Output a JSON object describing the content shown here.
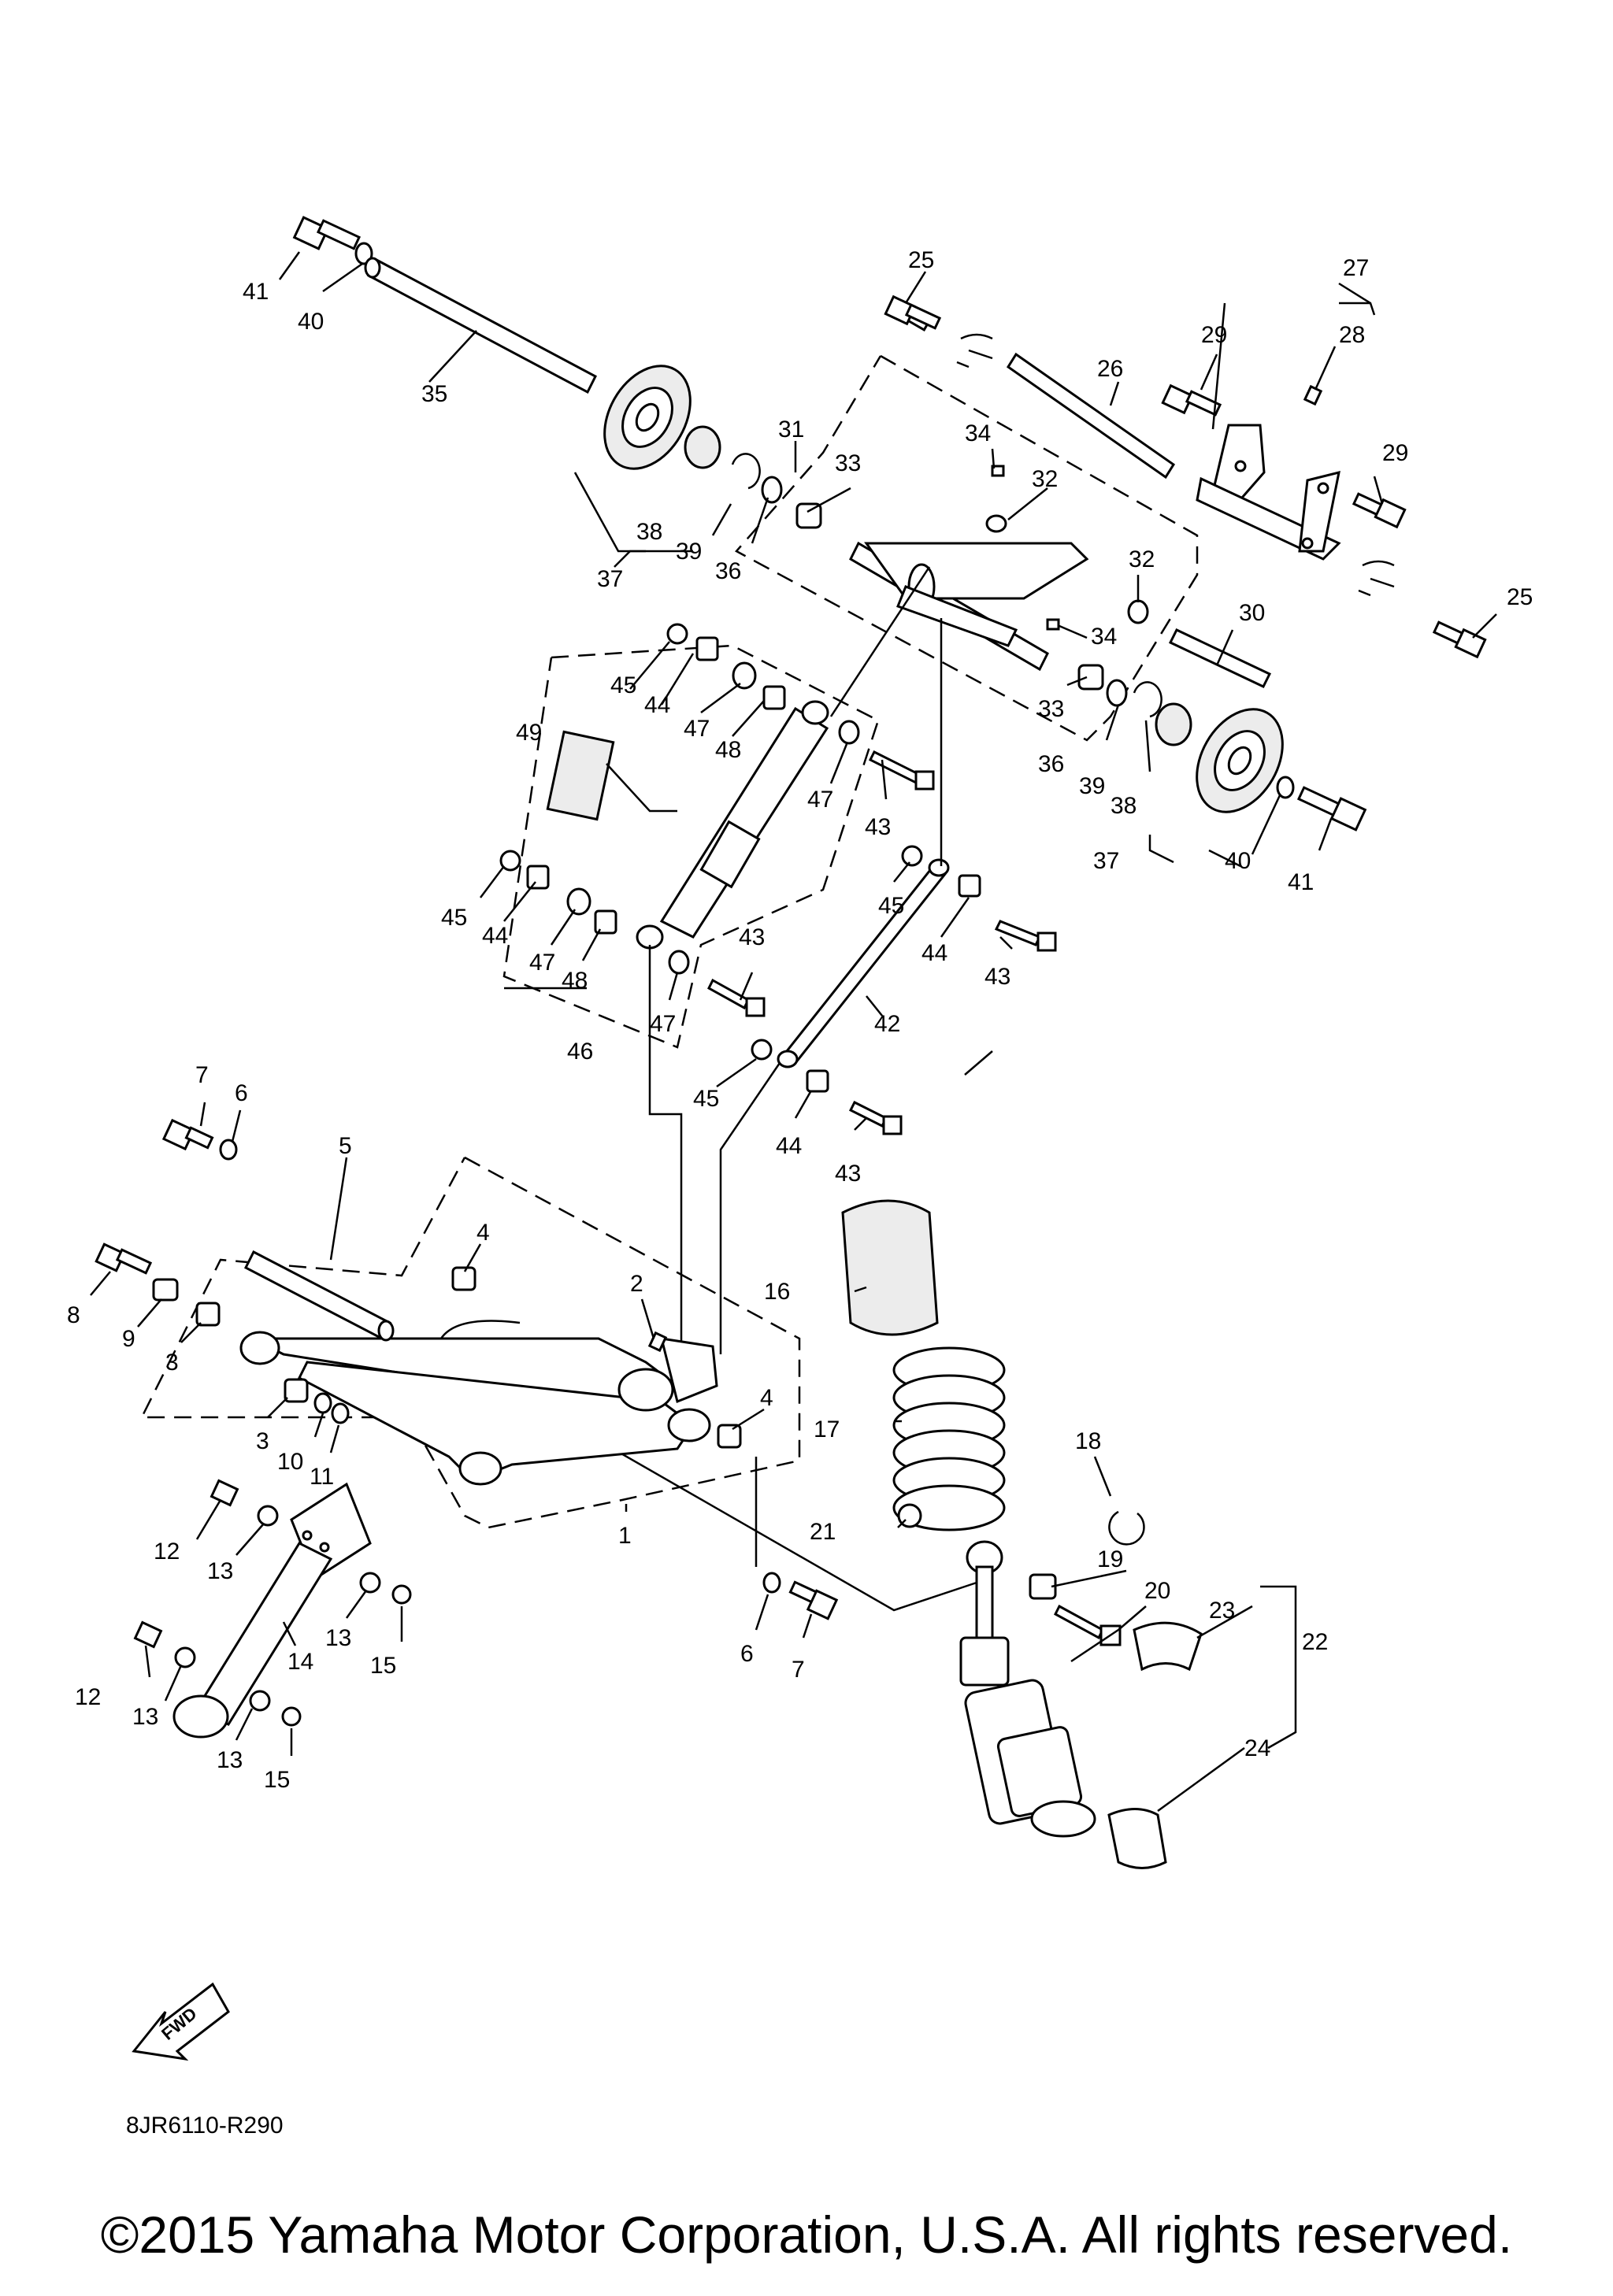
{
  "figure": {
    "code": "8JR6110-R290",
    "fwd_label": "FWD",
    "copyright": "©2015 Yamaha Motor Corporation, U.S.A. All rights reserved."
  },
  "callouts": [
    {
      "id": "c1",
      "text": "1"
    },
    {
      "id": "c2",
      "text": "2"
    },
    {
      "id": "c3a",
      "text": "3"
    },
    {
      "id": "c3b",
      "text": "3"
    },
    {
      "id": "c4a",
      "text": "4"
    },
    {
      "id": "c4b",
      "text": "4"
    },
    {
      "id": "c5",
      "text": "5"
    },
    {
      "id": "c6a",
      "text": "6"
    },
    {
      "id": "c6b",
      "text": "6"
    },
    {
      "id": "c7a",
      "text": "7"
    },
    {
      "id": "c7b",
      "text": "7"
    },
    {
      "id": "c8",
      "text": "8"
    },
    {
      "id": "c9",
      "text": "9"
    },
    {
      "id": "c10",
      "text": "10"
    },
    {
      "id": "c11",
      "text": "11"
    },
    {
      "id": "c12a",
      "text": "12"
    },
    {
      "id": "c12b",
      "text": "12"
    },
    {
      "id": "c13a",
      "text": "13"
    },
    {
      "id": "c13b",
      "text": "13"
    },
    {
      "id": "c13c",
      "text": "13"
    },
    {
      "id": "c13d",
      "text": "13"
    },
    {
      "id": "c14",
      "text": "14"
    },
    {
      "id": "c15a",
      "text": "15"
    },
    {
      "id": "c15b",
      "text": "15"
    },
    {
      "id": "c16",
      "text": "16"
    },
    {
      "id": "c17",
      "text": "17"
    },
    {
      "id": "c18",
      "text": "18"
    },
    {
      "id": "c19",
      "text": "19"
    },
    {
      "id": "c20",
      "text": "20"
    },
    {
      "id": "c21",
      "text": "21"
    },
    {
      "id": "c22",
      "text": "22"
    },
    {
      "id": "c23",
      "text": "23"
    },
    {
      "id": "c24",
      "text": "24"
    },
    {
      "id": "c25a",
      "text": "25"
    },
    {
      "id": "c25b",
      "text": "25"
    },
    {
      "id": "c26",
      "text": "26"
    },
    {
      "id": "c27",
      "text": "27"
    },
    {
      "id": "c28",
      "text": "28"
    },
    {
      "id": "c29a",
      "text": "29"
    },
    {
      "id": "c29b",
      "text": "29"
    },
    {
      "id": "c30",
      "text": "30"
    },
    {
      "id": "c31",
      "text": "31"
    },
    {
      "id": "c32a",
      "text": "32"
    },
    {
      "id": "c32b",
      "text": "32"
    },
    {
      "id": "c33a",
      "text": "33"
    },
    {
      "id": "c33b",
      "text": "33"
    },
    {
      "id": "c34a",
      "text": "34"
    },
    {
      "id": "c34b",
      "text": "34"
    },
    {
      "id": "c35",
      "text": "35"
    },
    {
      "id": "c36a",
      "text": "36"
    },
    {
      "id": "c36b",
      "text": "36"
    },
    {
      "id": "c37a",
      "text": "37"
    },
    {
      "id": "c37b",
      "text": "37"
    },
    {
      "id": "c38a",
      "text": "38"
    },
    {
      "id": "c38b",
      "text": "38"
    },
    {
      "id": "c39a",
      "text": "39"
    },
    {
      "id": "c39b",
      "text": "39"
    },
    {
      "id": "c40a",
      "text": "40"
    },
    {
      "id": "c40b",
      "text": "40"
    },
    {
      "id": "c41a",
      "text": "41"
    },
    {
      "id": "c41b",
      "text": "41"
    },
    {
      "id": "c42",
      "text": "42"
    },
    {
      "id": "c43a",
      "text": "43"
    },
    {
      "id": "c43b",
      "text": "43"
    },
    {
      "id": "c43c",
      "text": "43"
    },
    {
      "id": "c43d",
      "text": "43"
    },
    {
      "id": "c44a",
      "text": "44"
    },
    {
      "id": "c44b",
      "text": "44"
    },
    {
      "id": "c44c",
      "text": "44"
    },
    {
      "id": "c44d",
      "text": "44"
    },
    {
      "id": "c45a",
      "text": "45"
    },
    {
      "id": "c45b",
      "text": "45"
    },
    {
      "id": "c45c",
      "text": "45"
    },
    {
      "id": "c45d",
      "text": "45"
    },
    {
      "id": "c46",
      "text": "46"
    },
    {
      "id": "c47a",
      "text": "47"
    },
    {
      "id": "c47b",
      "text": "47"
    },
    {
      "id": "c47c",
      "text": "47"
    },
    {
      "id": "c47d",
      "text": "47"
    },
    {
      "id": "c48a",
      "text": "48"
    },
    {
      "id": "c48b",
      "text": "48"
    },
    {
      "id": "c49",
      "text": "49"
    }
  ]
}
